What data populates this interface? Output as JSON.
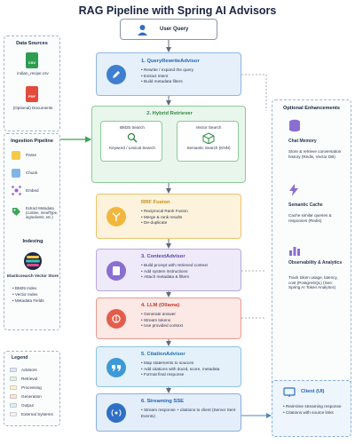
{
  "title": "RAG Pipeline with Spring AI Advisors",
  "query": {
    "label": "User Query"
  },
  "data_sources": {
    "title": "Data Sources",
    "csv_badge": "CSV",
    "csv_label": "indian_recipe.csv",
    "pdf_badge": "PDF",
    "pdf_label": "(Optional) Documents"
  },
  "ingestion": {
    "title": "Ingestion Pipeline",
    "steps": [
      "Parse",
      "Chunk",
      "Embed",
      "Extract Metadata (cuisine, mealType, ingredients, etc.)"
    ],
    "indexing_title": "Indexing",
    "es_title": "Elasticsearch Vector Store",
    "es_items": [
      "BM25 Index",
      "Vector Index",
      "Metadata Fields"
    ]
  },
  "stages": {
    "s1": {
      "title": "1. QueryRewriteAdvisor",
      "bullets": [
        "Rewrite / expand the query",
        "Extract intent",
        "Build metadata filters"
      ]
    },
    "s2": {
      "title": "2. Hybrid Retriever",
      "bm25_title": "BM25 Search",
      "bm25_sub": "Keyword / Lexical Search",
      "vec_title": "Vector Search",
      "vec_sub": "Semantic Search (KNN)"
    },
    "s3": {
      "title": "RRF Fusion",
      "bullets": [
        "Reciprocal Rank Fusion",
        "Merge & rank results",
        "De-duplicate"
      ]
    },
    "s4": {
      "title": "3. ContextAdvisor",
      "bullets": [
        "Build prompt with retrieved context",
        "Add system instructions",
        "Attach metadata & filters"
      ]
    },
    "s5": {
      "title": "4. LLM (Ollama)",
      "bullets": [
        "Generate answer",
        "Stream tokens",
        "Use provided context"
      ]
    },
    "s6": {
      "title": "5. CitationAdvisor",
      "bullets": [
        "Map statements to sources",
        "Add citations with docId, score, metadata",
        "Format final response"
      ]
    },
    "s7": {
      "title": "6. Streaming SSE",
      "bullets": [
        "Stream response + citations to client (Server Sent Events)"
      ]
    }
  },
  "optional": {
    "title": "Optional Enhancements",
    "items": [
      {
        "title": "Chat Memory",
        "desc": "Store & retrieve conversation history (Redis, Vector DB)"
      },
      {
        "title": "Semantic Cache",
        "desc": "Cache similar queries & responses (Redis)"
      },
      {
        "title": "Observability & Analytics",
        "desc": "Track token usage, latency, cost (PostgreSQL) (See: Spring AI Token Analytics)"
      }
    ]
  },
  "client": {
    "title": "Client (UI)",
    "items": [
      "Real-time streaming response",
      "Citations with source links"
    ]
  },
  "legend": {
    "title": "Legend",
    "items": [
      {
        "label": "Advisors",
        "color": "#dbe8f7"
      },
      {
        "label": "Retrieval",
        "color": "#e0f2e3"
      },
      {
        "label": "Processing",
        "color": "#fdf0d5"
      },
      {
        "label": "Generation",
        "color": "#fbe3df"
      },
      {
        "label": "Output",
        "color": "#e0eef9"
      },
      {
        "label": "External Systems",
        "color": "#f2f2f4"
      }
    ]
  }
}
